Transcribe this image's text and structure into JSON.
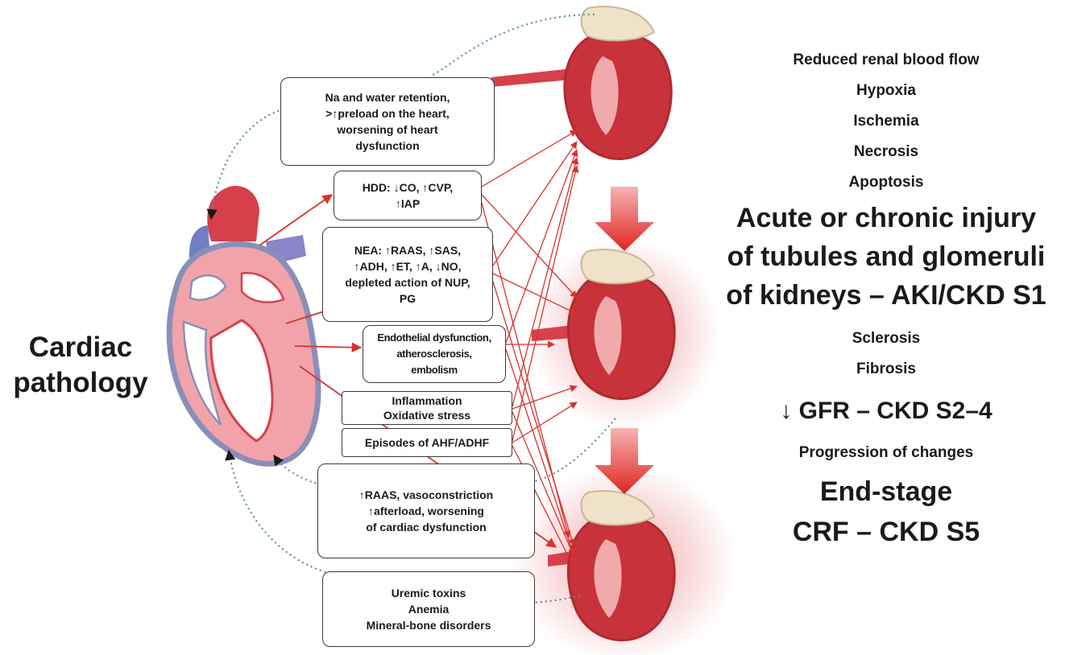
{
  "left_label": {
    "line1": "Cardiac",
    "line2": "pathology"
  },
  "boxes": {
    "retention": [
      "Na and water retention,",
      ">↑preload on the heart,",
      "worsening of heart",
      "dysfunction"
    ],
    "hdd": [
      "HDD: ↓CO, ↑CVP,",
      "↑IAP"
    ],
    "nea": [
      "NEA: ↑RAAS, ↑SAS,",
      "↑ADH, ↑ET, ↑A, ↓NO,",
      "depleted action of NUP,",
      "PG"
    ],
    "endothelial": [
      "Endothelial dysfunction,",
      "atherosclerosis,",
      "embolism"
    ],
    "inflammation": [
      "Inflammation",
      "Oxidative stress"
    ],
    "ahf": [
      "Episodes of AHF/ADHF"
    ],
    "raas": [
      "↑RAAS, vasoconstriction",
      "↑afterload, worsening",
      "of cardiac dysfunction"
    ],
    "uremic": [
      "Uremic toxins",
      "Anemia",
      "Mineral-bone disorders"
    ]
  },
  "right_column": {
    "reduced_flow": "Reduced renal blood flow",
    "hypoxia": "Hypoxia",
    "ischemia": "Ischemia",
    "necrosis": "Necrosis",
    "apoptosis": "Apoptosis",
    "injury_1": "Acute or chronic injury",
    "injury_2": "of tubules and glomeruli",
    "injury_3": "of kidneys – AKI/CKD S1",
    "sclerosis": "Sclerosis",
    "fibrosis": "Fibrosis",
    "gfr": "↓ GFR – CKD S2–4",
    "progression": "Progression of changes",
    "end_stage_1": "End-stage",
    "end_stage_2": "CRF – CKD S5"
  },
  "colors": {
    "arrow_red": "#d8322c",
    "dotted_teal": "#5b8fa8",
    "heart_red": "#d6404a",
    "heart_blue": "#6f7fc4",
    "kidney_red": "#c8323a",
    "kidney_pink": "#f1a9ac",
    "adrenal": "#efe2c8"
  }
}
